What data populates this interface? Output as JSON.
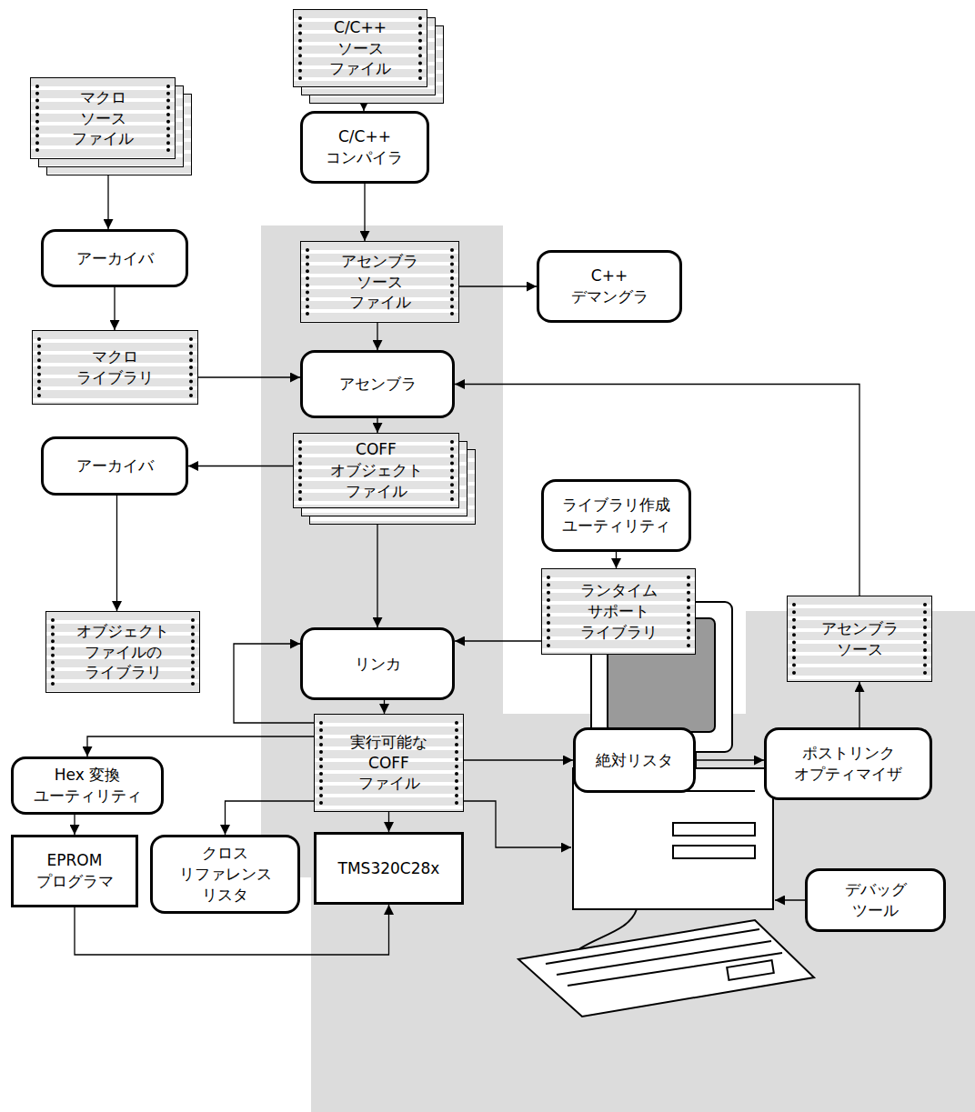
{
  "diagram": {
    "nodes": [
      {
        "text": [
          "C/C++ ソース ファイル"
        ]
      },
      {
        "text": [
          "マクロ ソース ファイル"
        ]
      },
      {
        "text": [
          "C/C++ コンパイラ"
        ]
      },
      {
        "text": [
          "アーカイバ"
        ]
      },
      {
        "text": [
          "アセンブラ ソース ファイル"
        ]
      },
      {
        "text": [
          "C++ デマングラ"
        ]
      },
      {
        "text": [
          "マクロ ライブラリ"
        ]
      },
      {
        "text": [
          "アセンブラ"
        ]
      },
      {
        "text": [
          "COFF オブジェクト ファイル"
        ]
      },
      {
        "text": [
          "アーカイバ"
        ]
      },
      {
        "text": [
          "ライブラリ作成 ユーティリティ"
        ]
      },
      {
        "text": [
          "ランタイム サポート ライブラリ"
        ]
      },
      {
        "text": [
          "オブジェクト ファイルの ライブラリ"
        ]
      },
      {
        "text": [
          "アセンブラ ソース"
        ]
      },
      {
        "text": [
          "リンカ"
        ]
      },
      {
        "text": [
          "実行可能な COFF ファイル"
        ]
      },
      {
        "text": [
          "絶対リスタ"
        ]
      },
      {
        "text": [
          "ポストリンク オプティマイザ"
        ]
      },
      {
        "text": [
          "Hex 変換 ユーティリティ"
        ]
      },
      {
        "text": [
          "EPROM プログラマ"
        ]
      },
      {
        "text": [
          "クロス リファレンス リスタ"
        ]
      },
      {
        "text": [
          "TMS320C28x"
        ]
      },
      {
        "text": [
          "デバッグ ツール"
        ]
      }
    ],
    "edges": [
      {
        "from": 0,
        "to": 2,
        "arrow": "to"
      },
      {
        "from": 1,
        "to": 3,
        "arrow": "to"
      },
      {
        "from": 2,
        "to": 4,
        "arrow": "to"
      },
      {
        "from": 3,
        "to": 6,
        "arrow": "to"
      },
      {
        "from": 4,
        "to": 5,
        "arrow": "to"
      },
      {
        "from": 4,
        "to": 7,
        "arrow": "to"
      },
      {
        "from": 6,
        "to": 7,
        "arrow": "to"
      },
      {
        "from": 13,
        "to": 7,
        "arrow": "to"
      },
      {
        "from": 7,
        "to": 8,
        "arrow": "to"
      },
      {
        "from": 8,
        "to": 9,
        "arrow": "to"
      },
      {
        "from": 9,
        "to": 12,
        "arrow": "to"
      },
      {
        "from": 10,
        "to": 11,
        "arrow": "to"
      },
      {
        "from": 8,
        "to": 14,
        "arrow": "to"
      },
      {
        "from": 11,
        "to": 14,
        "arrow": "to"
      },
      {
        "from": 14,
        "to": 15,
        "arrow": "to"
      },
      {
        "from": 15,
        "to": 14,
        "arrow": "to"
      },
      {
        "from": 15,
        "to": 18,
        "arrow": "to"
      },
      {
        "from": 15,
        "to": 20,
        "arrow": "to"
      },
      {
        "from": 15,
        "to": 21,
        "arrow": "to"
      },
      {
        "from": 15,
        "to": 16,
        "arrow": "to"
      },
      {
        "from": 16,
        "to": 17,
        "arrow": "to"
      },
      {
        "from": 17,
        "to": 13,
        "arrow": "to"
      },
      {
        "from": 18,
        "to": 19,
        "arrow": "to"
      },
      {
        "from": 19,
        "to": 21,
        "arrow": "to"
      }
    ]
  }
}
